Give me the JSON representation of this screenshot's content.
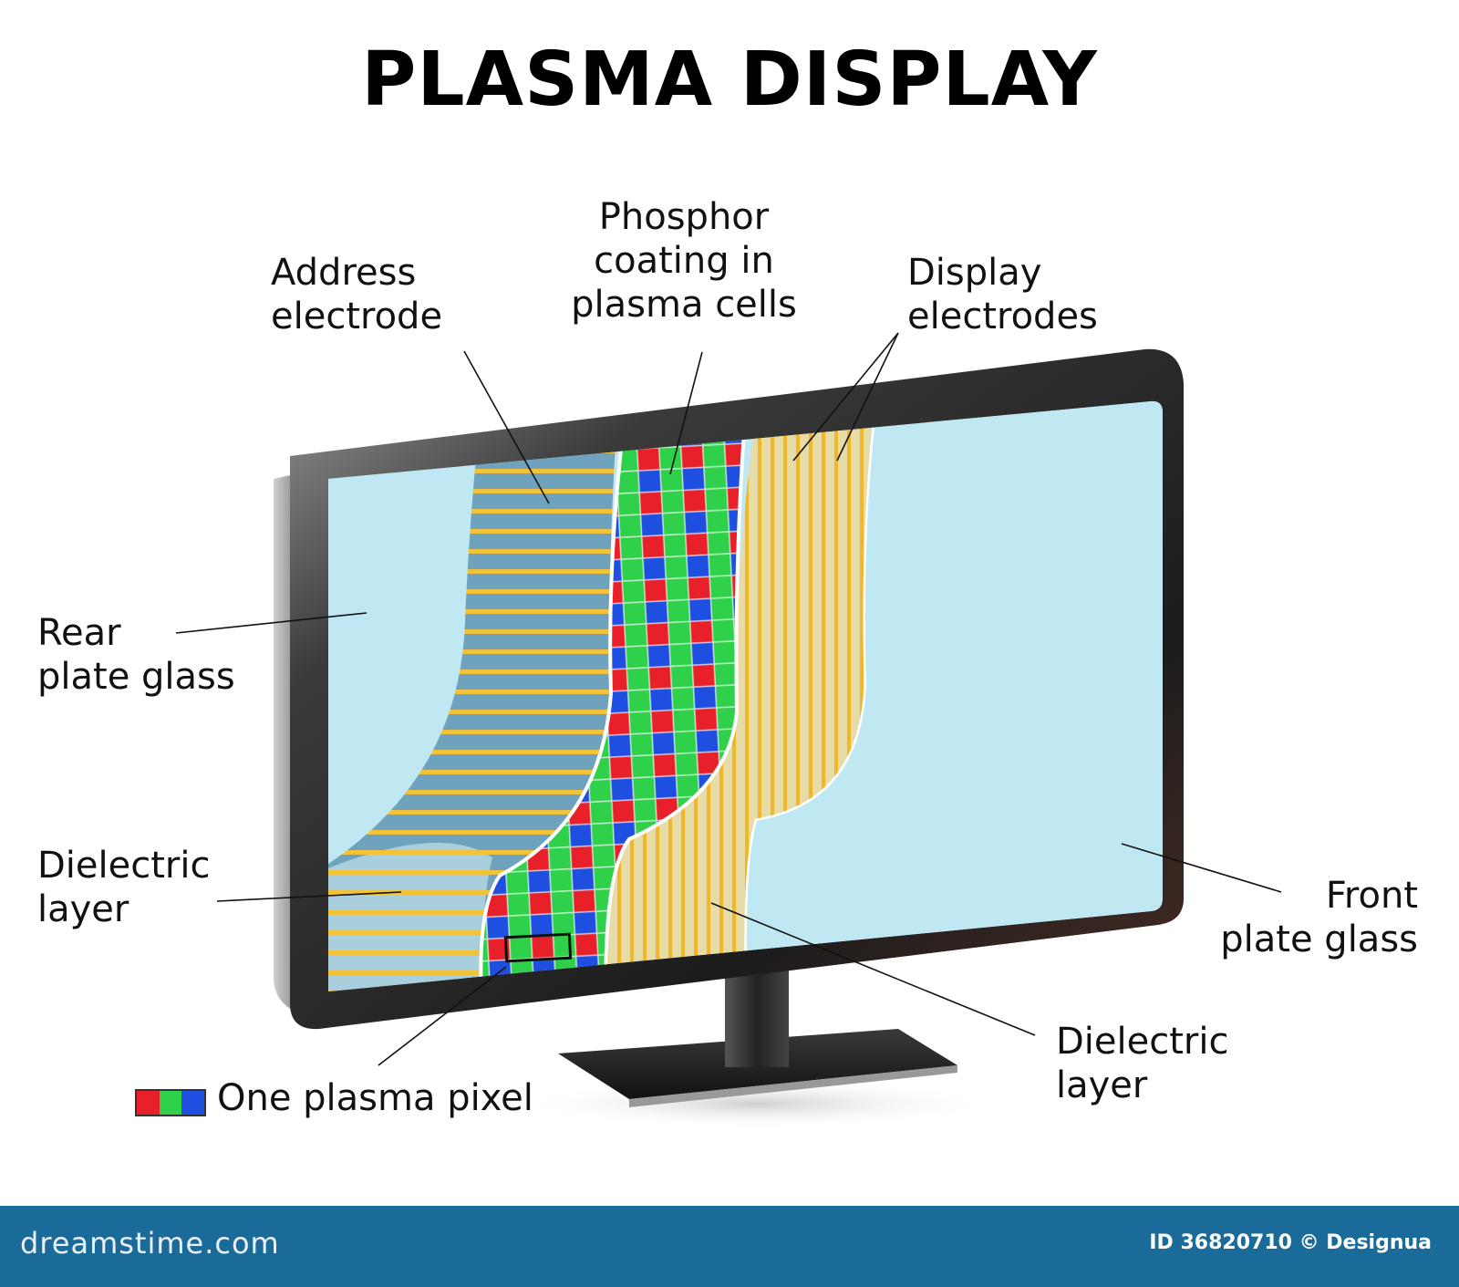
{
  "title": "PLASMA DISPLAY",
  "labels": {
    "address_electrode": [
      "Address",
      "electrode"
    ],
    "phosphor": [
      "Phosphor",
      "coating in",
      "plasma cells"
    ],
    "display_electrodes": [
      "Display",
      "electrodes"
    ],
    "rear_plate_glass": [
      "Rear",
      "plate glass"
    ],
    "dielectric_layer_left": [
      "Dielectric",
      "layer"
    ],
    "front_plate_glass": [
      "Front",
      "plate glass"
    ],
    "dielectric_layer_right": [
      "Dielectric",
      "layer"
    ]
  },
  "legend": {
    "label": "One plasma pixel",
    "colors": [
      "#e8202a",
      "#2fd14a",
      "#1f4fe0"
    ]
  },
  "footer": {
    "site": "dreamstime.com",
    "credit": "ID 36820710 © Designua"
  },
  "colors": {
    "glass": "#bfe8f2",
    "electrode": "#f2c23a",
    "frame": "#2b2b2b",
    "footer": "#1a6b9a"
  }
}
